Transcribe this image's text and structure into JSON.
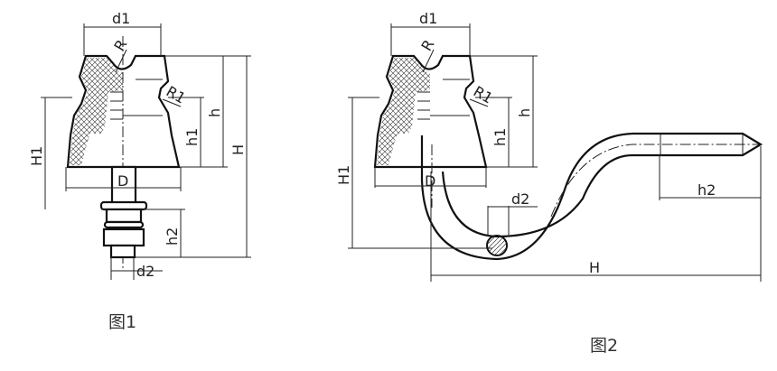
{
  "figure1": {
    "caption": "图1",
    "labels": {
      "d1": "d1",
      "R": "R",
      "R1": "R1",
      "h": "h",
      "h1": "h1",
      "H": "H",
      "H1": "H1",
      "D": "D",
      "h2": "h2",
      "d2": "d2"
    }
  },
  "figure2": {
    "caption": "图2",
    "labels": {
      "d1": "d1",
      "R": "R",
      "R1": "R1",
      "h": "h",
      "h1": "h1",
      "H": "H",
      "H1": "H1",
      "D": "D",
      "h2": "h2",
      "d2": "d2"
    }
  }
}
